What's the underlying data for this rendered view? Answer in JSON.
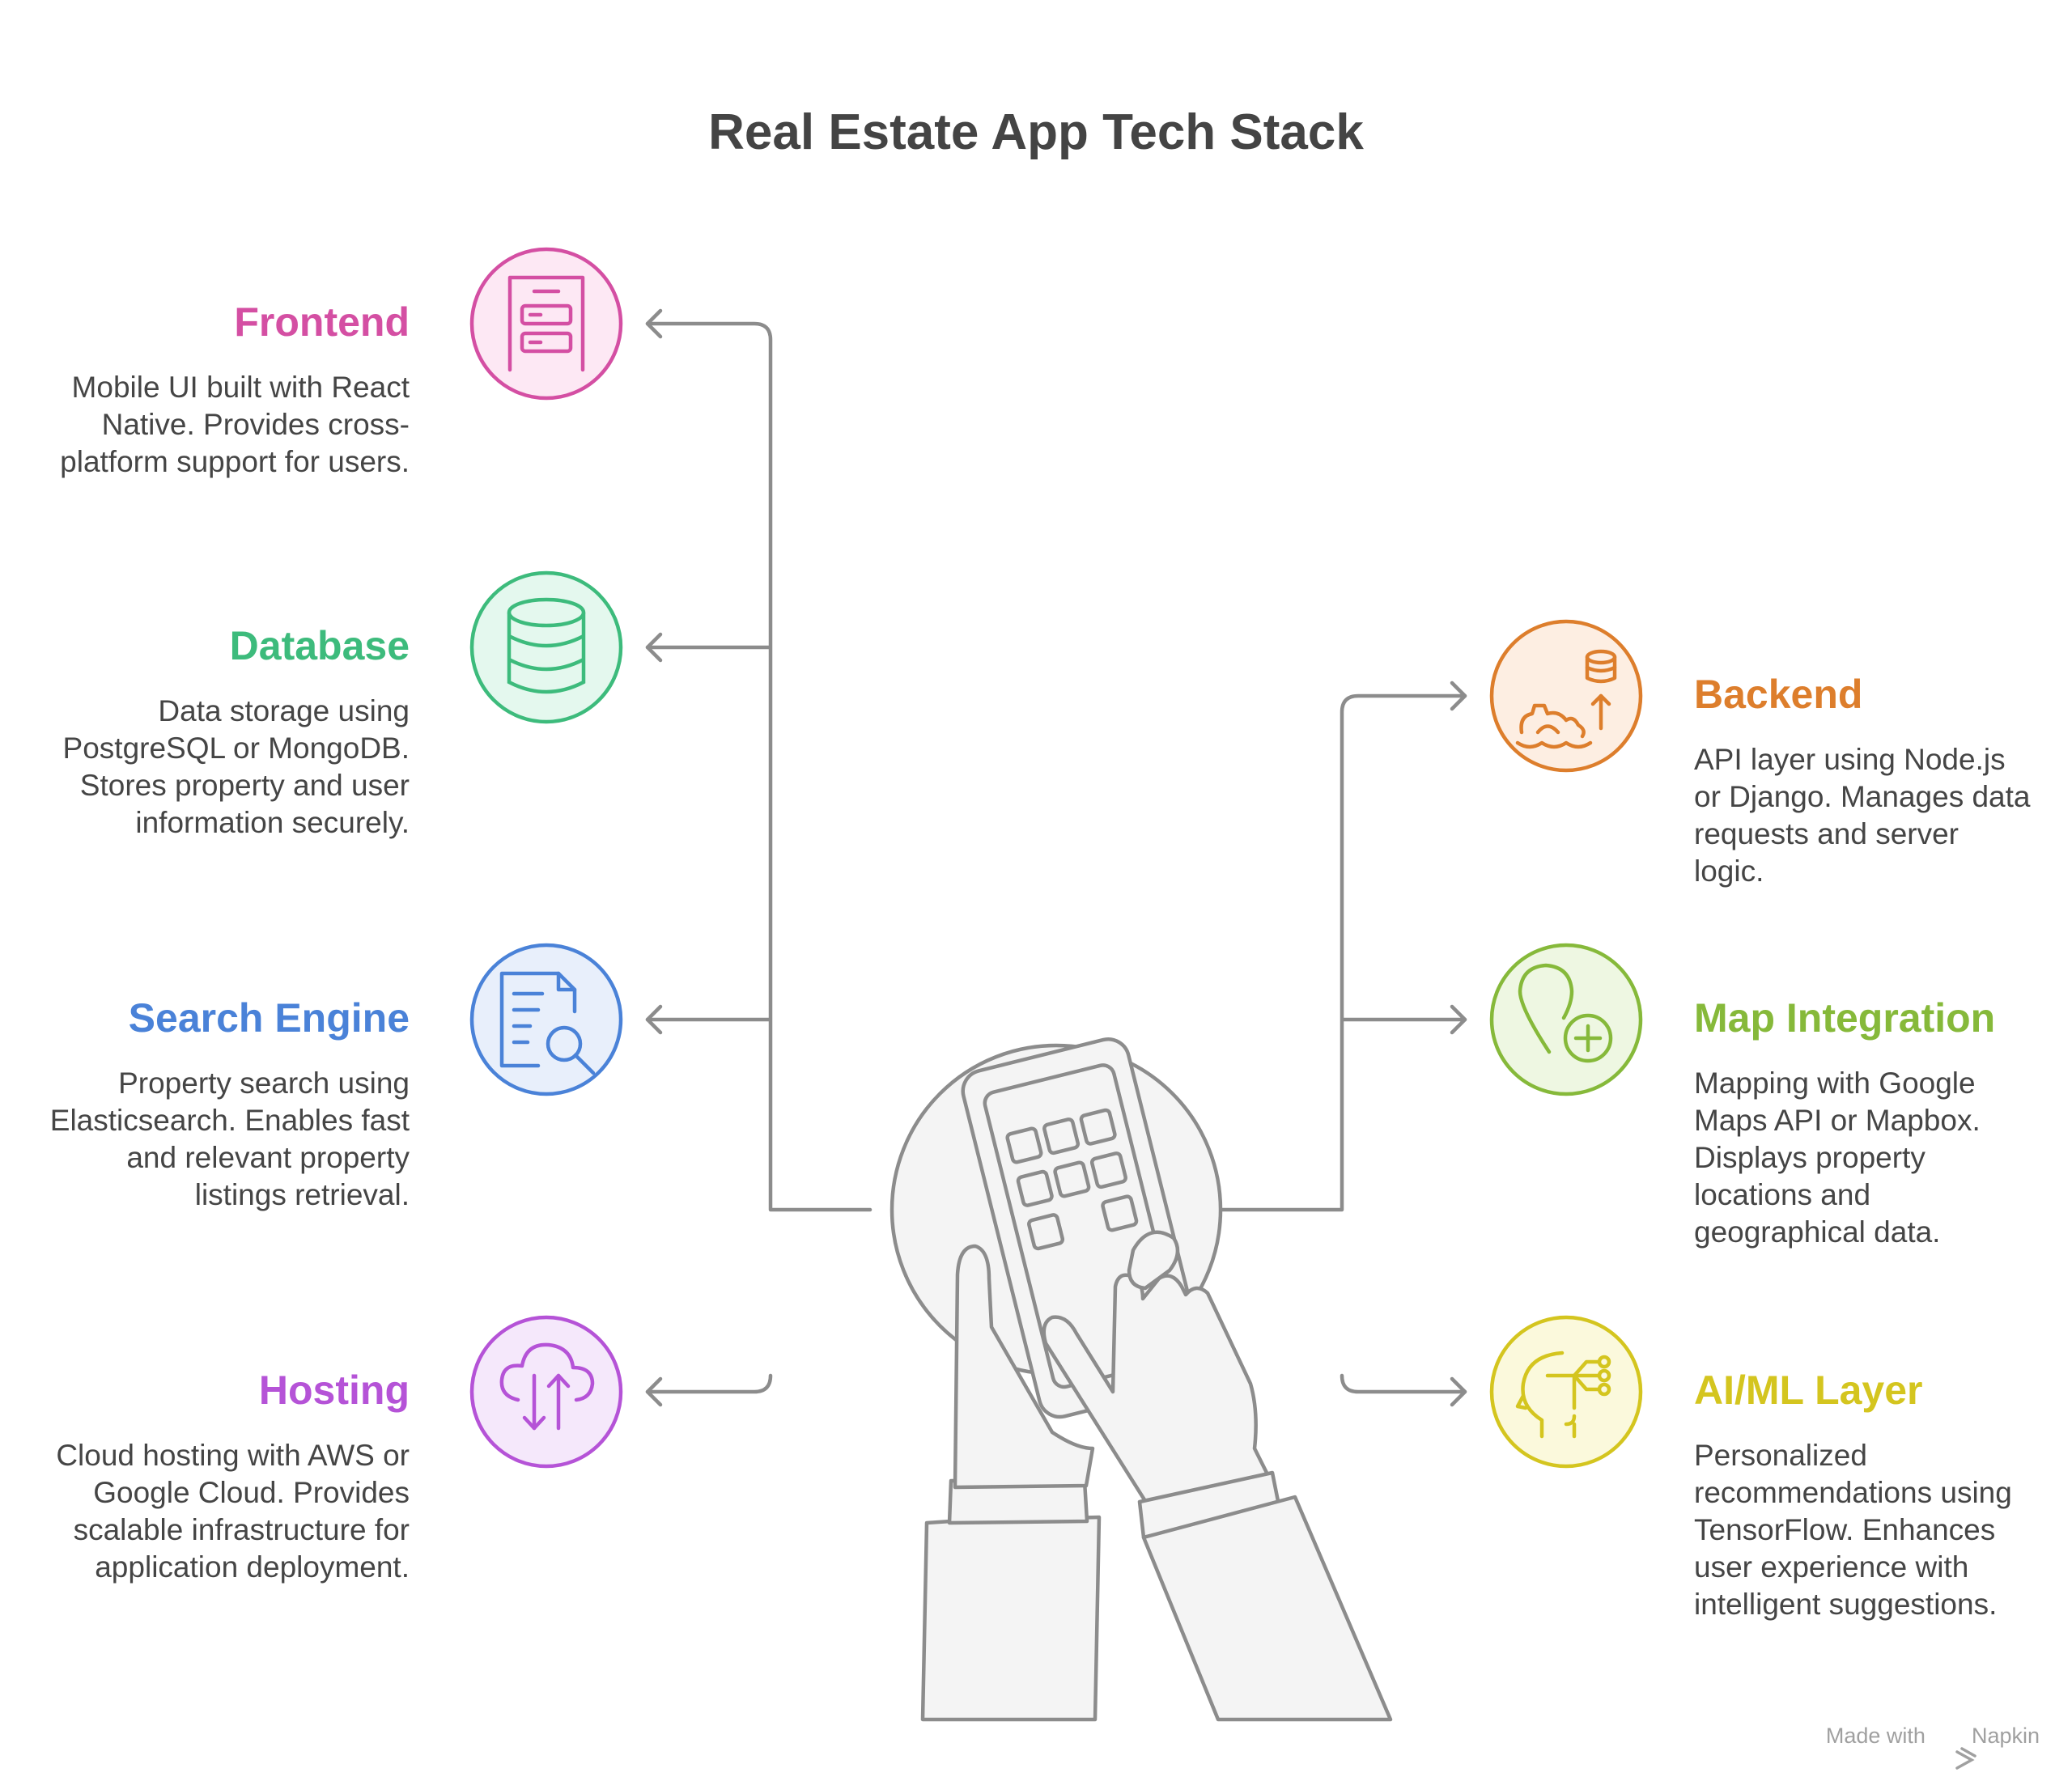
{
  "title": "Real Estate App Tech Stack",
  "components": [
    {
      "id": "frontend",
      "title": "Frontend",
      "description": "Mobile UI built with React Native. Provides cross-platform support for users.",
      "color": "#d44fa3",
      "fill": "#fde8f4",
      "icon": "mobile-ui-icon"
    },
    {
      "id": "database",
      "title": "Database",
      "description": "Data storage using PostgreSQL or MongoDB. Stores property and user information securely.",
      "color": "#3dbb7c",
      "fill": "#e4f8ee",
      "icon": "database-icon"
    },
    {
      "id": "search",
      "title": "Search Engine",
      "description": "Property search using Elasticsearch. Enables fast and relevant property listings retrieval.",
      "color": "#4a82d8",
      "fill": "#e8effb",
      "icon": "document-search-icon"
    },
    {
      "id": "hosting",
      "title": "Hosting",
      "description": "Cloud hosting with AWS or Google Cloud. Provides scalable infrastructure for application deployment.",
      "color": "#b553d7",
      "fill": "#f5e8fb",
      "icon": "cloud-transfer-icon"
    },
    {
      "id": "backend",
      "title": "Backend",
      "description": "API layer using Node.js or Django. Manages data requests and server logic.",
      "color": "#dd7e2c",
      "fill": "#fdeee2",
      "icon": "server-gear-icon"
    },
    {
      "id": "map",
      "title": "Map Integration",
      "description": "Mapping with Google Maps API or Mapbox. Displays property locations and geographical data.",
      "color": "#86b93a",
      "fill": "#eef7e2",
      "icon": "map-pin-plus-icon"
    },
    {
      "id": "aiml",
      "title": "AI/ML Layer",
      "description": "Personalized recommendations using TensorFlow. Enhances user experience with intelligent suggestions.",
      "color": "#d4c51f",
      "fill": "#fbf9dc",
      "icon": "ai-head-icon"
    }
  ],
  "center_icon": "hands-holding-phone-icon",
  "line_color": "#8c8c8c",
  "watermark": {
    "prefix": "Made with",
    "brand": "Napkin",
    "icon": "napkin-logo-icon"
  }
}
